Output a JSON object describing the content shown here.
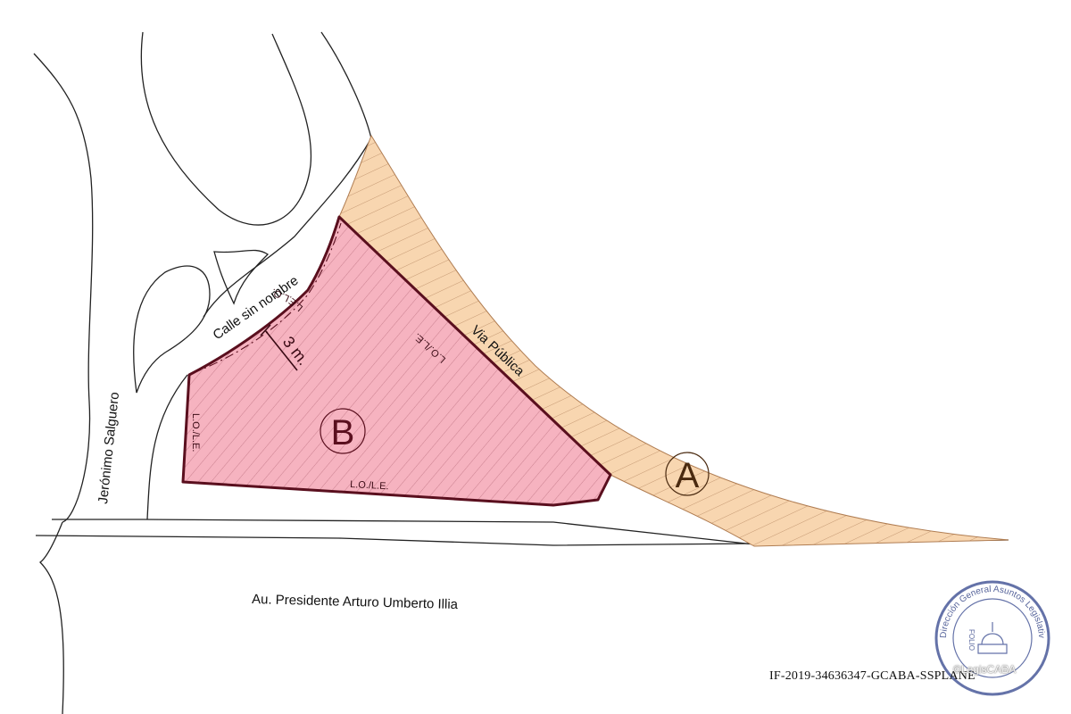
{
  "streets": {
    "calle_sin_nombre": "Calle sin nombre",
    "jeronimo_salguero": "Jerónimo Salguero",
    "avenue": "Au. Presidente Arturo Umberto Illia",
    "via_publica": "Via Pública"
  },
  "zones": {
    "a": {
      "letter": "A",
      "fill": "#f8d6b0"
    },
    "b": {
      "letter": "B",
      "fill": "#f6b3c0",
      "outline": "#5a0f1e"
    }
  },
  "line_labels": {
    "lo": "L.O.",
    "le": "L.E.",
    "lo_le_diagonal": "L.O./L.E.",
    "lo_le_left": "L.O./L.E.",
    "lo_le_bottom": "L.O./L.E."
  },
  "dimension": {
    "value": "3 m."
  },
  "footer": {
    "document_id": "IF-2019-34636347-GCABA-SSPLANE",
    "watermark": "©LegisCABA"
  },
  "stamp": {
    "ring_text": "Dirección General Asuntos Legislativos",
    "folio": "FOLIO"
  }
}
